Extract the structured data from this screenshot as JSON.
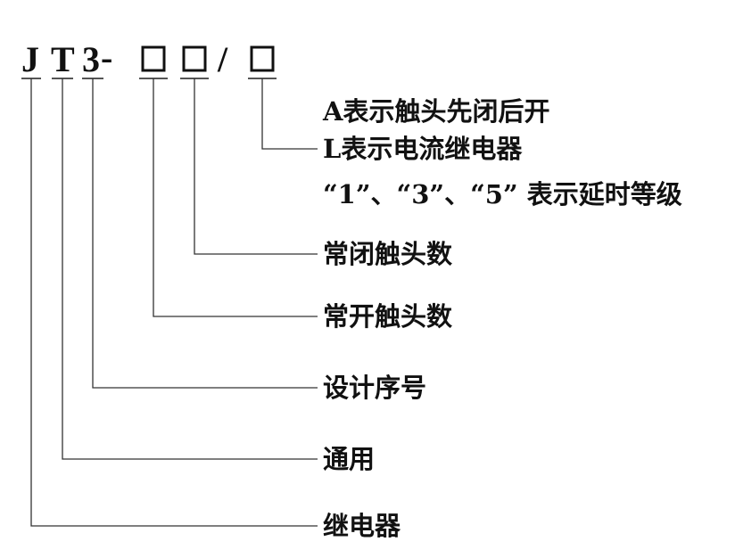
{
  "model_code": {
    "J": "J",
    "T": "T",
    "three": "3",
    "dash": "-",
    "slash": "/"
  },
  "labels": {
    "a_note": "A表示触头先闭后开",
    "l_note": "L表示电流继电器",
    "delay_note": "“1”、“3”、“5” 表示延时等级",
    "nc_contacts": "常闭触头数",
    "no_contacts": "常开触头数",
    "design_seq": "设计序号",
    "general": "通用",
    "relay": "继电器"
  }
}
